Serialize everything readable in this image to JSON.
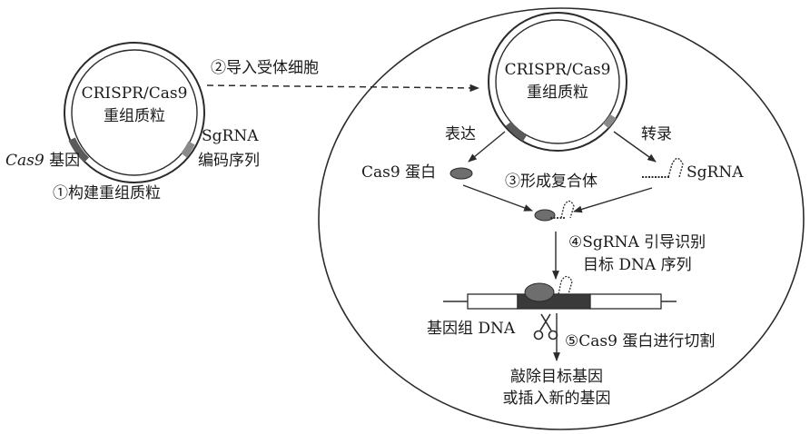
{
  "plasmid_left": {
    "line1": "CRISPR/Cas9",
    "line2": "重组质粒",
    "sgrna_line1": "SgRNA",
    "sgrna_line2": "编码序列",
    "cas9_gene_italic": "Cas9",
    "cas9_gene_suffix": " 基因",
    "step1": "①构建重组质粒"
  },
  "step2": "②导入受体细胞",
  "plasmid_right": {
    "line1": "CRISPR/Cas9",
    "line2": "重组质粒"
  },
  "express_label": "表达",
  "transcribe_label": "转录",
  "cas9_protein_label": "Cas9 蛋白",
  "sgrna_label": "SgRNA",
  "step3": "③形成复合体",
  "step4_line1": "④SgRNA 引导识别",
  "step4_line2": "目标 DNA 序列",
  "genomic_dna_label": "基因组 DNA",
  "step5": "⑤Cas9 蛋白进行切割",
  "result_line1": "敲除目标基因",
  "result_line2": "或插入新的基因",
  "colors": {
    "ink": "#2b2b2b",
    "gene_fill": "#5a5a5a",
    "protein_fill": "#6e6e6e",
    "target_fill": "#3a3a3a"
  }
}
